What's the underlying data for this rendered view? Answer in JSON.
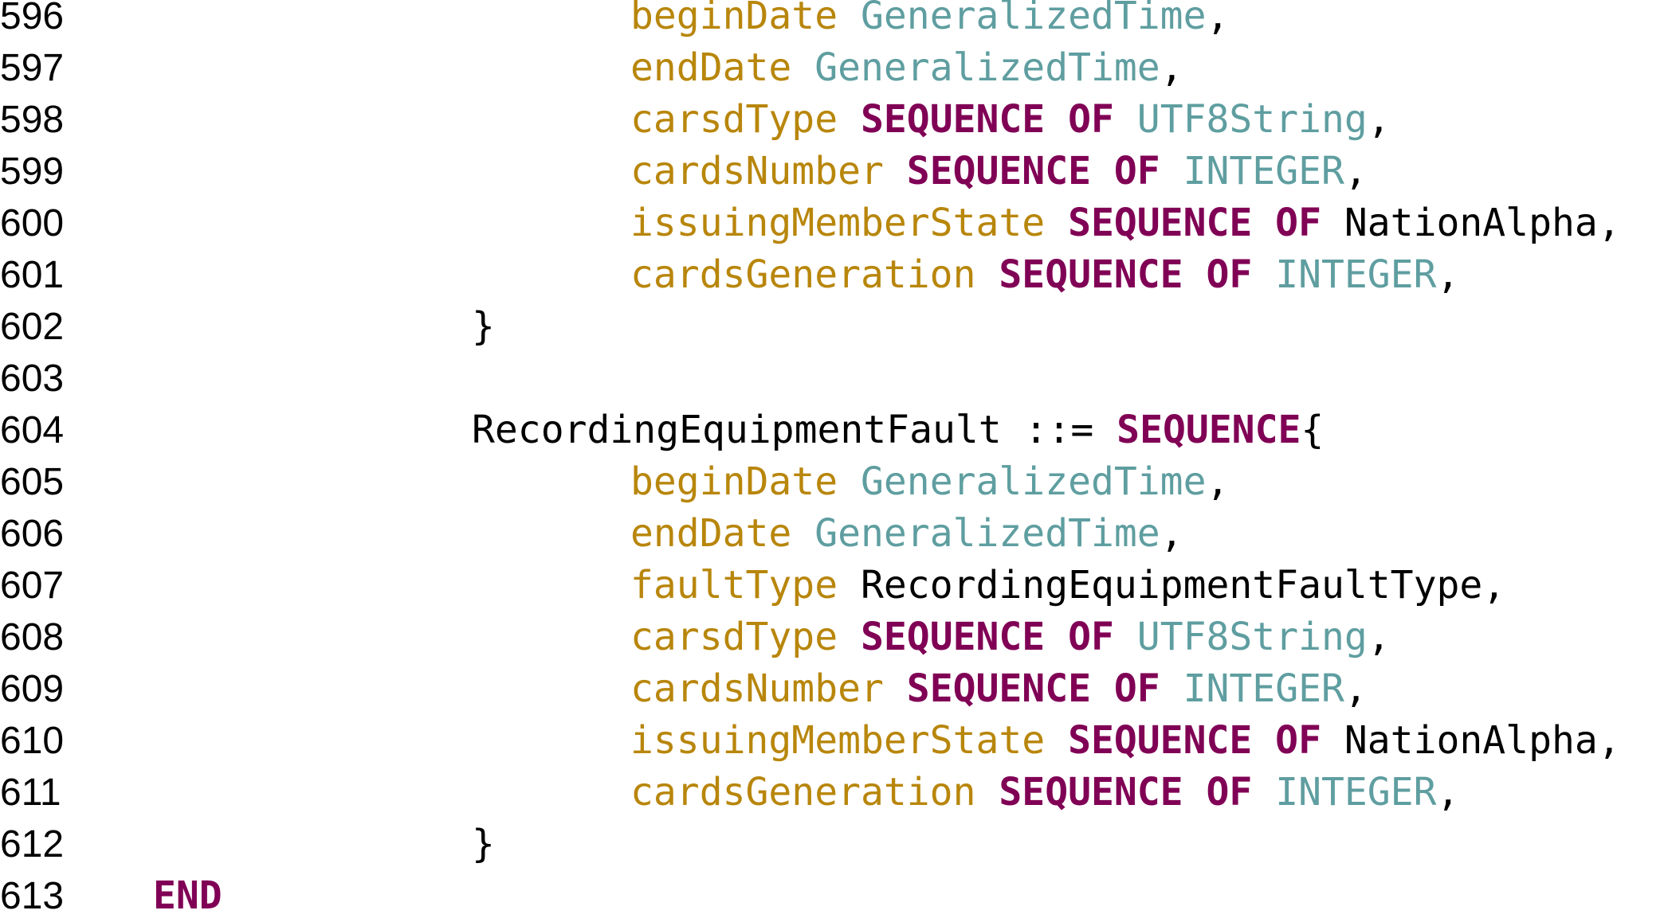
{
  "colors": {
    "field": "#b8860b",
    "type": "#5f9ea0",
    "keyword": "#800055",
    "plain": "#000000"
  },
  "lines": [
    {
      "num": "596",
      "indent": 2,
      "tokens": [
        {
          "t": "beginDate",
          "c": "field"
        },
        {
          "t": " ",
          "c": "plain"
        },
        {
          "t": "GeneralizedTime",
          "c": "type"
        },
        {
          "t": ",",
          "c": "plain"
        }
      ]
    },
    {
      "num": "597",
      "indent": 2,
      "tokens": [
        {
          "t": "endDate",
          "c": "field"
        },
        {
          "t": " ",
          "c": "plain"
        },
        {
          "t": "GeneralizedTime",
          "c": "type"
        },
        {
          "t": ",",
          "c": "plain"
        }
      ]
    },
    {
      "num": "598",
      "indent": 2,
      "tokens": [
        {
          "t": "carsdType",
          "c": "field"
        },
        {
          "t": " ",
          "c": "plain"
        },
        {
          "t": "SEQUENCE",
          "c": "kw"
        },
        {
          "t": " ",
          "c": "plain"
        },
        {
          "t": "OF",
          "c": "kw"
        },
        {
          "t": " ",
          "c": "plain"
        },
        {
          "t": "UTF8String",
          "c": "type"
        },
        {
          "t": ",",
          "c": "plain"
        }
      ]
    },
    {
      "num": "599",
      "indent": 2,
      "tokens": [
        {
          "t": "cardsNumber",
          "c": "field"
        },
        {
          "t": " ",
          "c": "plain"
        },
        {
          "t": "SEQUENCE",
          "c": "kw"
        },
        {
          "t": " ",
          "c": "plain"
        },
        {
          "t": "OF",
          "c": "kw"
        },
        {
          "t": " ",
          "c": "plain"
        },
        {
          "t": "INTEGER",
          "c": "type"
        },
        {
          "t": ",",
          "c": "plain"
        }
      ]
    },
    {
      "num": "600",
      "indent": 2,
      "tokens": [
        {
          "t": "issuingMemberState",
          "c": "field"
        },
        {
          "t": " ",
          "c": "plain"
        },
        {
          "t": "SEQUENCE",
          "c": "kw"
        },
        {
          "t": " ",
          "c": "plain"
        },
        {
          "t": "OF",
          "c": "kw"
        },
        {
          "t": " ",
          "c": "plain"
        },
        {
          "t": "NationAlpha",
          "c": "plain"
        },
        {
          "t": ",",
          "c": "plain"
        }
      ]
    },
    {
      "num": "601",
      "indent": 2,
      "tokens": [
        {
          "t": "cardsGeneration",
          "c": "field"
        },
        {
          "t": " ",
          "c": "plain"
        },
        {
          "t": "SEQUENCE",
          "c": "kw"
        },
        {
          "t": " ",
          "c": "plain"
        },
        {
          "t": "OF",
          "c": "kw"
        },
        {
          "t": " ",
          "c": "plain"
        },
        {
          "t": "INTEGER",
          "c": "type"
        },
        {
          "t": ",",
          "c": "plain"
        }
      ]
    },
    {
      "num": "602",
      "indent": 1,
      "tokens": [
        {
          "t": "}",
          "c": "plain"
        }
      ]
    },
    {
      "num": "603",
      "indent": 1,
      "tokens": []
    },
    {
      "num": "604",
      "indent": 1,
      "tokens": [
        {
          "t": "RecordingEquipmentFault",
          "c": "plain"
        },
        {
          "t": " ::= ",
          "c": "plain"
        },
        {
          "t": "SEQUENCE",
          "c": "kw"
        },
        {
          "t": "{",
          "c": "plain"
        }
      ]
    },
    {
      "num": "605",
      "indent": 2,
      "tokens": [
        {
          "t": "beginDate",
          "c": "field"
        },
        {
          "t": " ",
          "c": "plain"
        },
        {
          "t": "GeneralizedTime",
          "c": "type"
        },
        {
          "t": ",",
          "c": "plain"
        }
      ]
    },
    {
      "num": "606",
      "indent": 2,
      "tokens": [
        {
          "t": "endDate",
          "c": "field"
        },
        {
          "t": " ",
          "c": "plain"
        },
        {
          "t": "GeneralizedTime",
          "c": "type"
        },
        {
          "t": ",",
          "c": "plain"
        }
      ]
    },
    {
      "num": "607",
      "indent": 2,
      "tokens": [
        {
          "t": "faultType",
          "c": "field"
        },
        {
          "t": " ",
          "c": "plain"
        },
        {
          "t": "RecordingEquipmentFaultType",
          "c": "plain"
        },
        {
          "t": ",",
          "c": "plain"
        }
      ]
    },
    {
      "num": "608",
      "indent": 2,
      "tokens": [
        {
          "t": "carsdType",
          "c": "field"
        },
        {
          "t": " ",
          "c": "plain"
        },
        {
          "t": "SEQUENCE",
          "c": "kw"
        },
        {
          "t": " ",
          "c": "plain"
        },
        {
          "t": "OF",
          "c": "kw"
        },
        {
          "t": " ",
          "c": "plain"
        },
        {
          "t": "UTF8String",
          "c": "type"
        },
        {
          "t": ",",
          "c": "plain"
        }
      ]
    },
    {
      "num": "609",
      "indent": 2,
      "tokens": [
        {
          "t": "cardsNumber",
          "c": "field"
        },
        {
          "t": " ",
          "c": "plain"
        },
        {
          "t": "SEQUENCE",
          "c": "kw"
        },
        {
          "t": " ",
          "c": "plain"
        },
        {
          "t": "OF",
          "c": "kw"
        },
        {
          "t": " ",
          "c": "plain"
        },
        {
          "t": "INTEGER",
          "c": "type"
        },
        {
          "t": ",",
          "c": "plain"
        }
      ]
    },
    {
      "num": "610",
      "indent": 2,
      "tokens": [
        {
          "t": "issuingMemberState",
          "c": "field"
        },
        {
          "t": " ",
          "c": "plain"
        },
        {
          "t": "SEQUENCE",
          "c": "kw"
        },
        {
          "t": " ",
          "c": "plain"
        },
        {
          "t": "OF",
          "c": "kw"
        },
        {
          "t": " ",
          "c": "plain"
        },
        {
          "t": "NationAlpha",
          "c": "plain"
        },
        {
          "t": ",",
          "c": "plain"
        }
      ]
    },
    {
      "num": "611",
      "indent": 2,
      "tokens": [
        {
          "t": "cardsGeneration",
          "c": "field"
        },
        {
          "t": " ",
          "c": "plain"
        },
        {
          "t": "SEQUENCE",
          "c": "kw"
        },
        {
          "t": " ",
          "c": "plain"
        },
        {
          "t": "OF",
          "c": "kw"
        },
        {
          "t": " ",
          "c": "plain"
        },
        {
          "t": "INTEGER",
          "c": "type"
        },
        {
          "t": ",",
          "c": "plain"
        }
      ]
    },
    {
      "num": "612",
      "indent": 1,
      "tokens": [
        {
          "t": "}",
          "c": "plain"
        }
      ]
    },
    {
      "num": "613",
      "indent": 0,
      "tokens": [
        {
          "t": "END",
          "c": "kw"
        }
      ]
    }
  ]
}
